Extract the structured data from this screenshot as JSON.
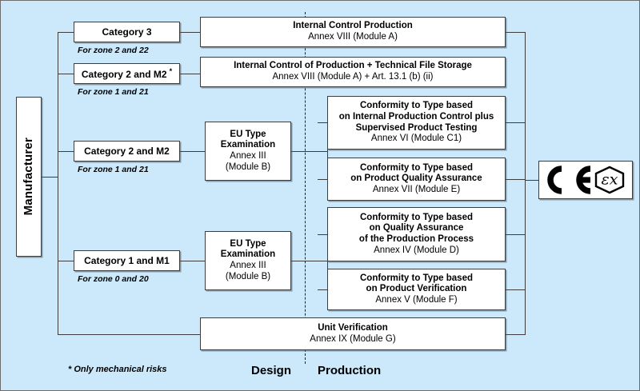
{
  "diagram": {
    "background_color": "#cce9fc",
    "box_fill": "#ffffff",
    "line_color": "#3d3d3d",
    "manufacturer": {
      "label": "Manufacturer"
    },
    "categories": [
      {
        "label": "Category 3",
        "star": "",
        "zone": "For zone 2 and 22"
      },
      {
        "label": "Category 2 and  M2",
        "star": "*",
        "zone": "For zone 1 and 21"
      },
      {
        "label": "Category 2 and  M2",
        "star": "",
        "zone": "For zone 1 and 21"
      },
      {
        "label": "Category 1 and  M1",
        "star": "",
        "zone": "For zone 0 and 20"
      }
    ],
    "eu_type_examination": [
      {
        "line1": "EU Type",
        "line2": "Examination",
        "line3": "Annex  III",
        "line4": "(Module B)"
      },
      {
        "line1": "EU Type",
        "line2": "Examination",
        "line3": "Annex  III",
        "line4": "(Module B)"
      }
    ],
    "modules": {
      "internal_control_production": {
        "title": "Internal Control Production",
        "annex": "Annex VIII (Module A)"
      },
      "internal_control_tech_file": {
        "title": "Internal Control of Production + Technical File Storage",
        "annex": "Annex VIII (Module A) + Art. 13.1 (b) (ii)"
      },
      "conformity_c1": {
        "line1": "Conformity to Type based",
        "line2": "on Internal Production Control plus",
        "line3": "Supervised Product Testing",
        "annex": "Annex  VI (Module C1)"
      },
      "conformity_e": {
        "line1": "Conformity to Type based",
        "line2": "on Product Quality Assurance",
        "line3": "",
        "annex": "Annex  VII (Module E)"
      },
      "conformity_d": {
        "line1": "Conformity to Type based",
        "line2": "on Quality Assurance",
        "line3": "of the Production Process",
        "annex": "Annex  IV (Module D)"
      },
      "conformity_f": {
        "line1": "Conformity to Type based",
        "line2": "on Product Verification",
        "line3": "",
        "annex": "Annex  V (Module F)"
      },
      "unit_verification": {
        "title": "Unit Verification",
        "annex": "Annex IX (Module G)"
      }
    },
    "footer": {
      "note": "* Only mechanical  risks",
      "design": "Design",
      "production": "Production"
    },
    "mark": {
      "ce": "CE",
      "ex": "Ex",
      "name": "ce-ex-marking"
    }
  }
}
